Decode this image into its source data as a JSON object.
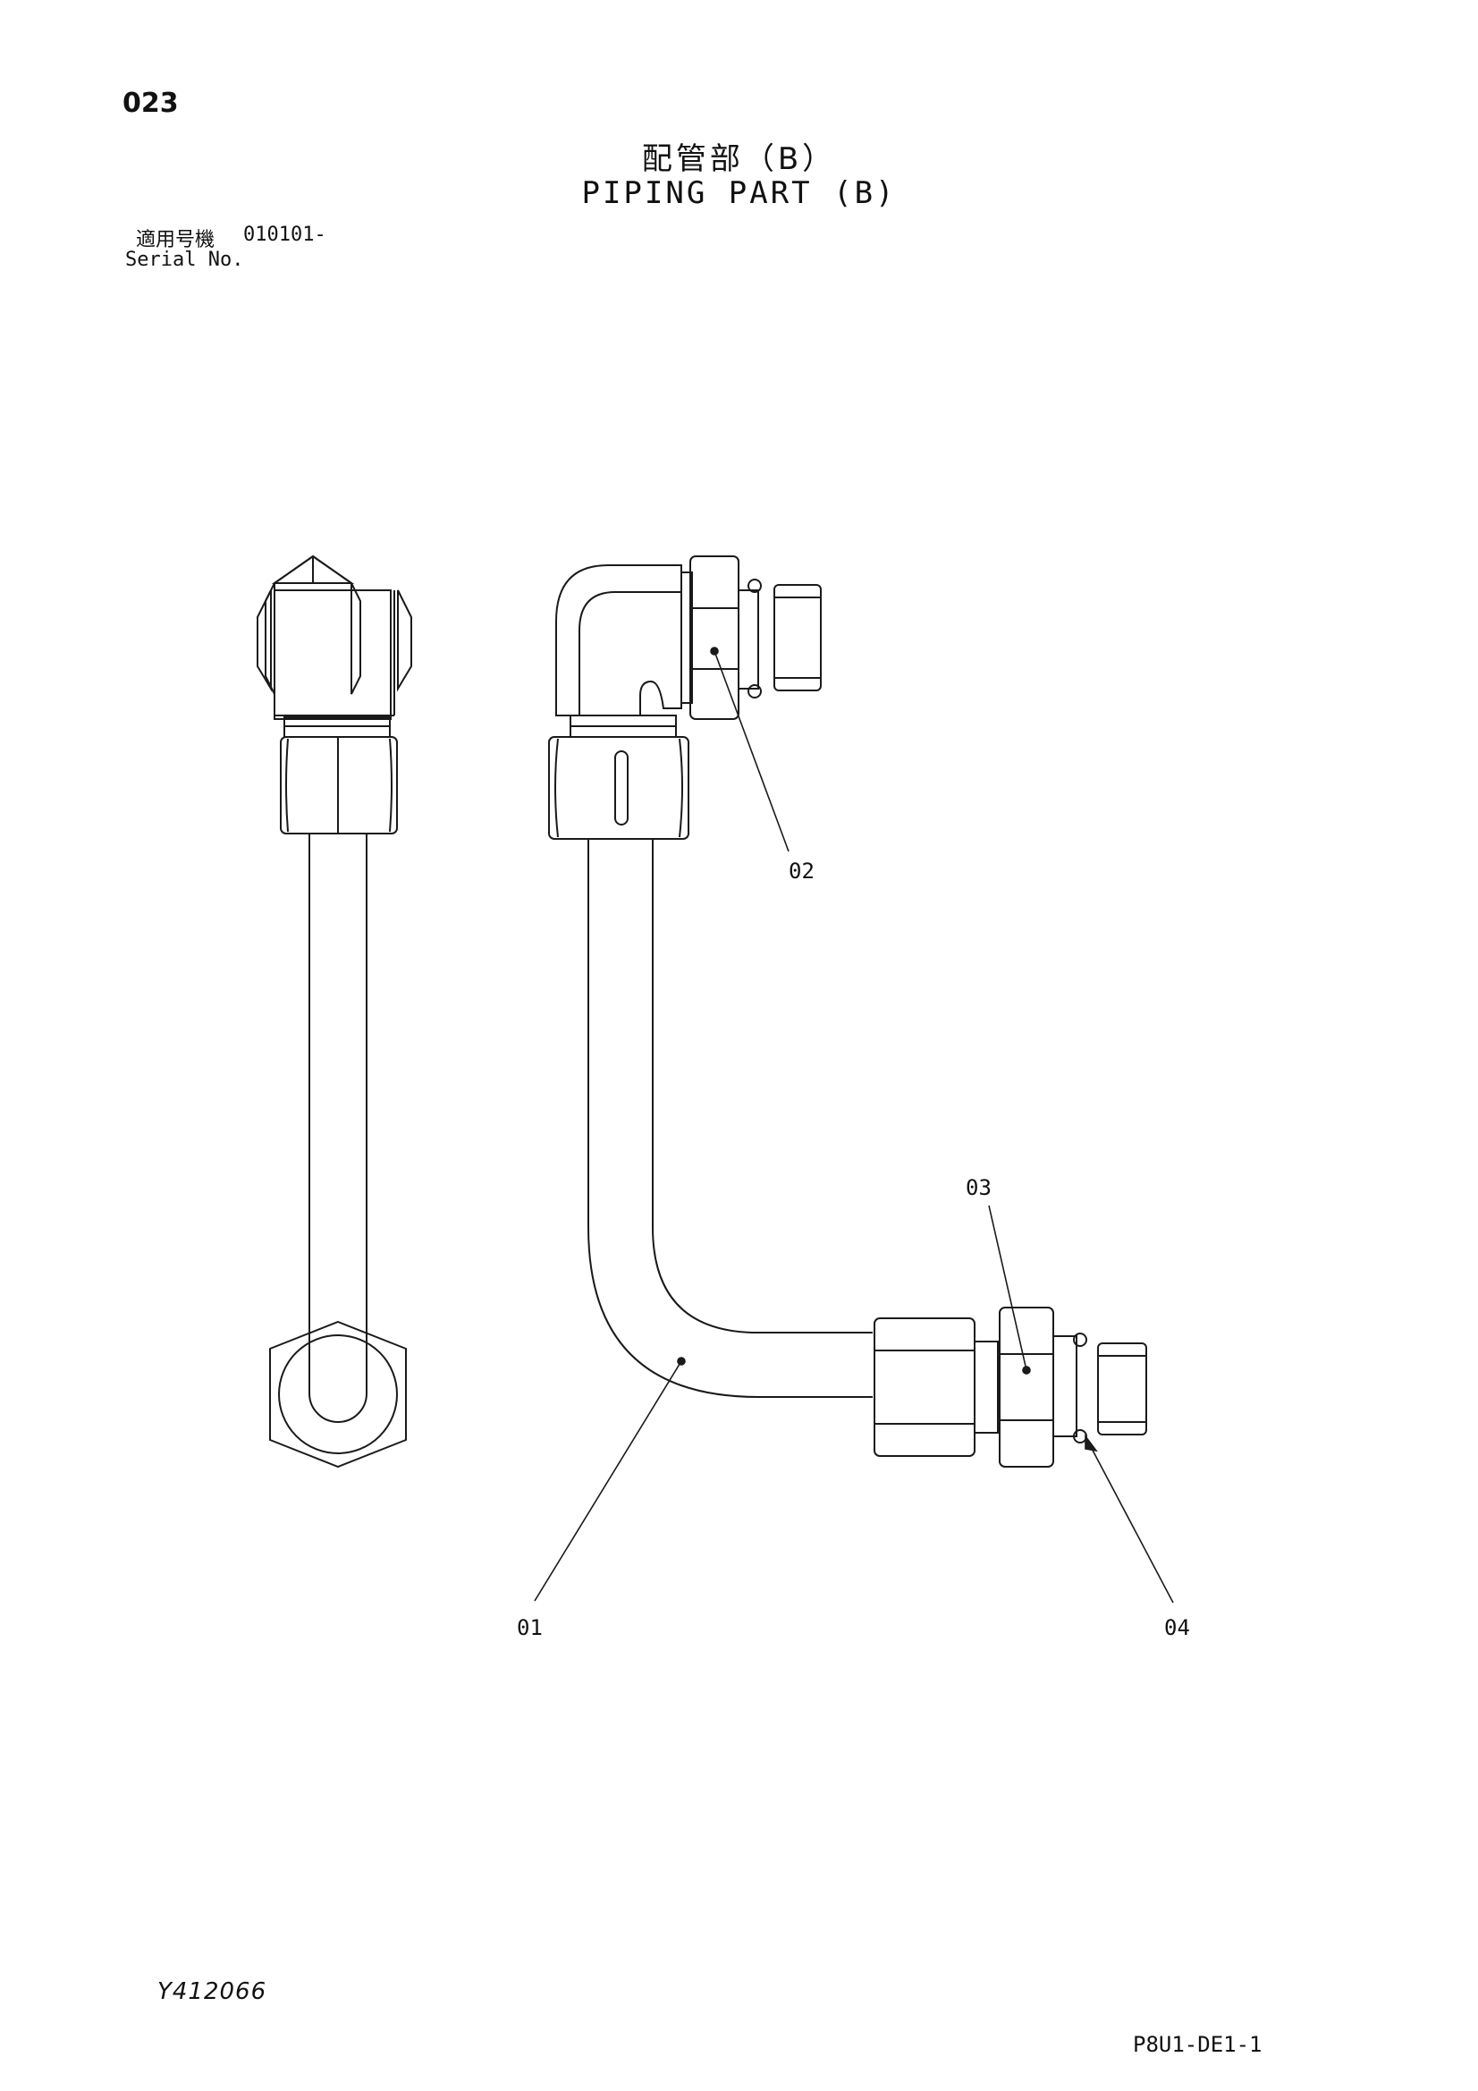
{
  "header": {
    "page_number": "023",
    "title_jp": "配管部（B）",
    "title_en": "PIPING PART (B)"
  },
  "serial": {
    "label_jp": "適用号機",
    "value": "010101-",
    "label_en": "Serial No."
  },
  "callouts": [
    {
      "label": "01",
      "part": "pipe"
    },
    {
      "label": "02",
      "part": "elbow-adapter"
    },
    {
      "label": "03",
      "part": "adapter"
    },
    {
      "label": "04",
      "part": "o-ring"
    }
  ],
  "footer": {
    "drawing_code": "Y412066",
    "sheet_code": "P8U1-DE1-1"
  },
  "colors": {
    "line": "#1a1a1a",
    "background": "#ffffff"
  }
}
